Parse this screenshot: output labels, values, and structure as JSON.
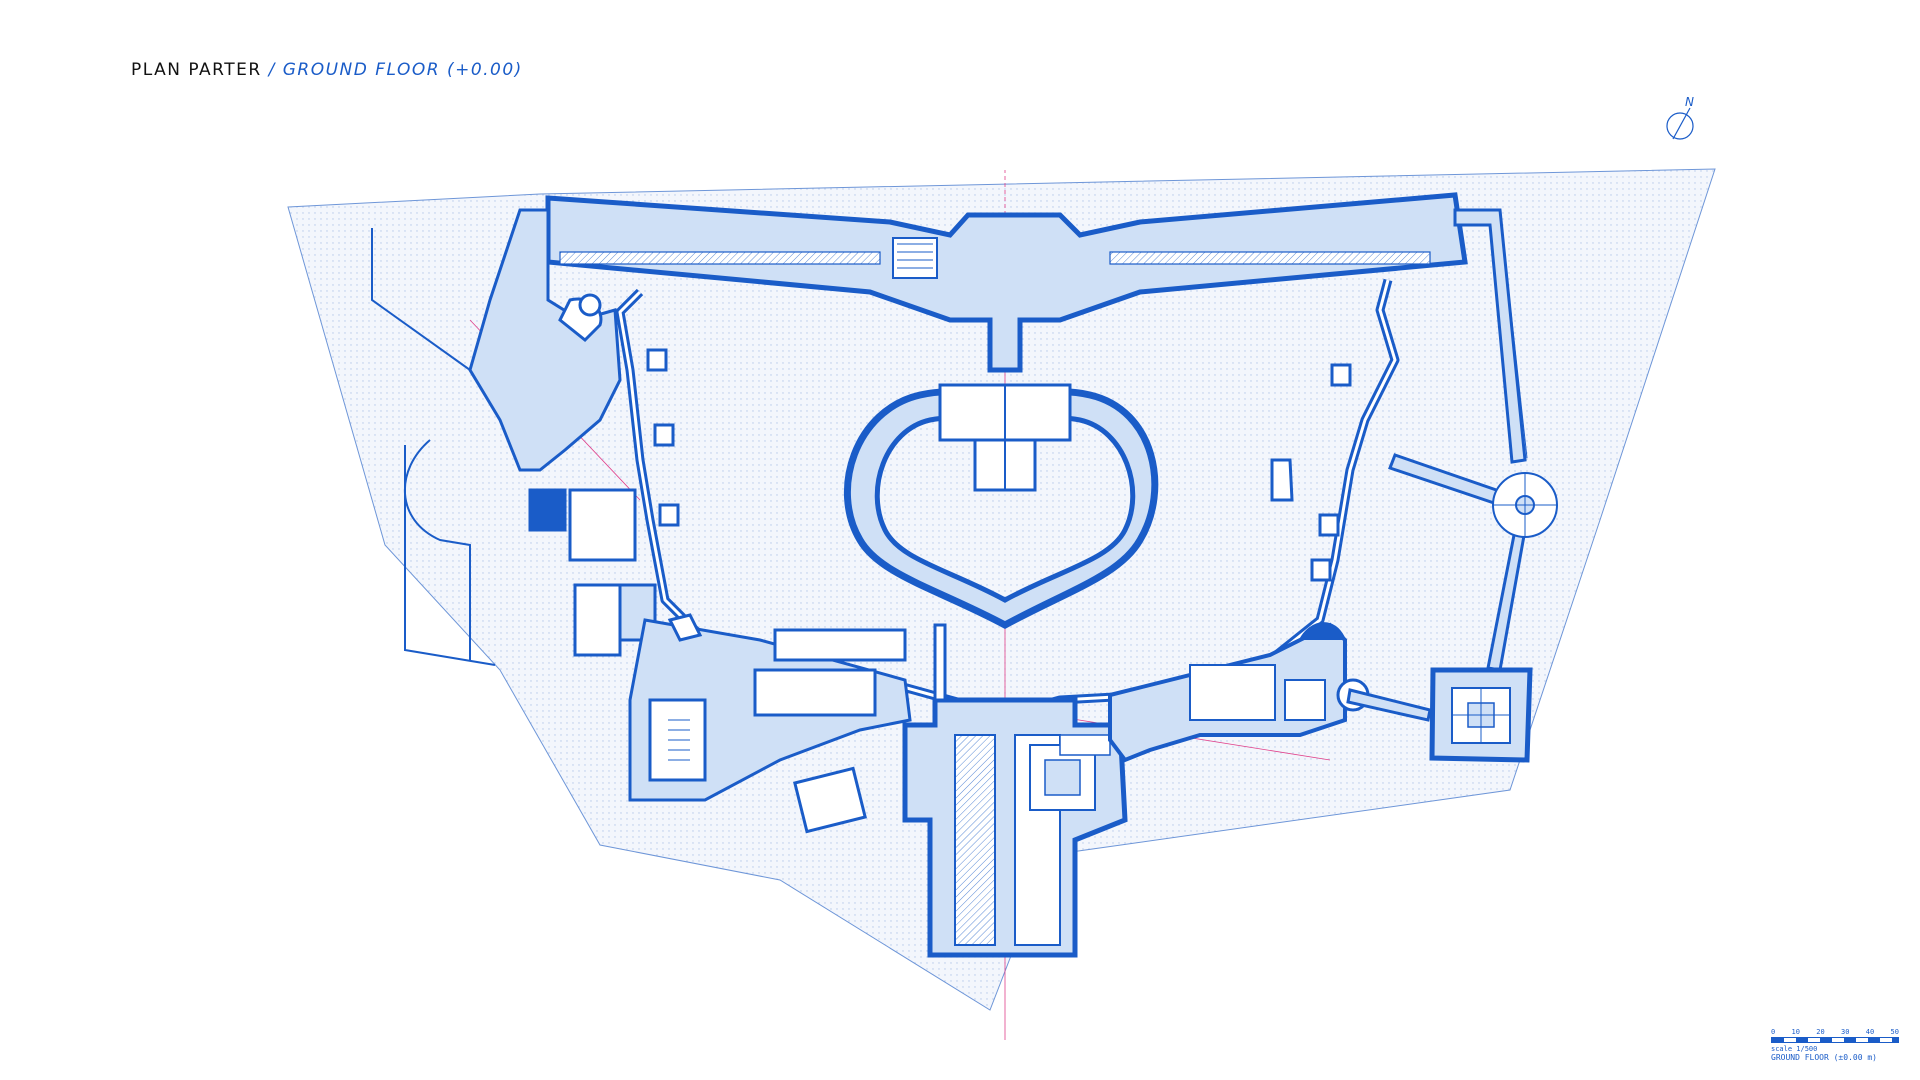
{
  "header": {
    "title": "PLAN PARTER",
    "separator": "/",
    "subtitle": "GROUND FLOOR (+0.00)"
  },
  "north_arrow": {
    "label": "N"
  },
  "scale_bar": {
    "ticks": [
      "0",
      "10",
      "20",
      "30",
      "40",
      "50"
    ],
    "scale_label": "scale 1/500",
    "caption": "GROUND FLOOR (±0.00 m)"
  },
  "colors": {
    "ink": "#1a5cc8",
    "ink_light": "#7aa6e6",
    "ground_fill": "#eef3fb",
    "axis": "#e0408a",
    "title_text": "#111111"
  }
}
